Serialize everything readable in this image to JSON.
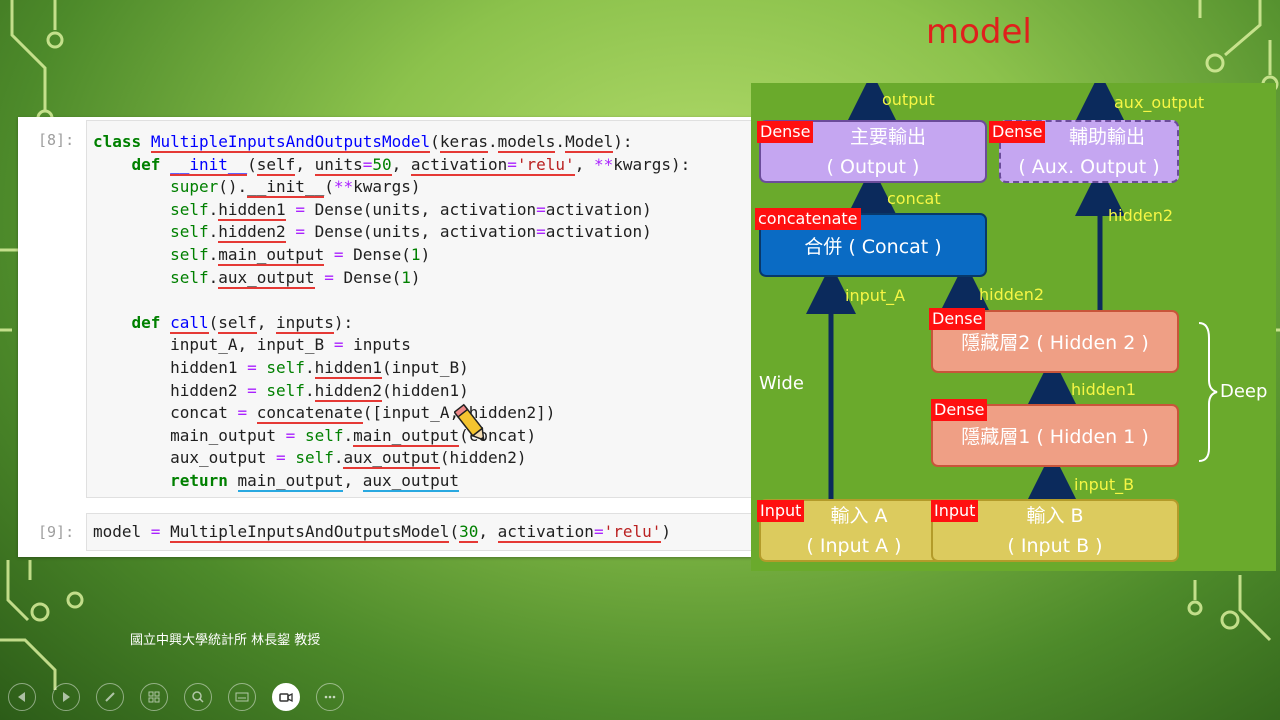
{
  "slide": {
    "title": "model",
    "footer": "國立中興大學統計所 林長鋆 教授"
  },
  "code": {
    "cell1_prompt": "[8]:",
    "cell2_prompt": "[9]:",
    "lines": [
      "class MultipleInputsAndOutputsModel(keras.models.Model):",
      "    def __init__(self, units=50, activation='relu', **kwargs):",
      "        super().__init__(**kwargs)",
      "        self.hidden1 = Dense(units, activation=activation)",
      "        self.hidden2 = Dense(units, activation=activation)",
      "        self.main_output = Dense(1)",
      "        self.aux_output = Dense(1)",
      "",
      "    def call(self, inputs):",
      "        input_A, input_B = inputs",
      "        hidden1 = self.hidden1(input_B)",
      "        hidden2 = self.hidden2(hidden1)",
      "        concat = concatenate([input_A, hidden2])",
      "        main_output = self.main_output(concat)",
      "        aux_output = self.aux_output(hidden2)",
      "        return main_output, aux_output"
    ],
    "line2": "model = MultipleInputsAndOutputsModel(30, activation='relu')"
  },
  "diagram": {
    "output_box": {
      "tag": "Dense",
      "line1": "主要輸出",
      "line2": "( Output )"
    },
    "aux_box": {
      "tag": "Dense",
      "line1": "輔助輸出",
      "line2": "( Aux. Output )"
    },
    "concat_box": {
      "tag": "concatenate",
      "line1": "合併 ( Concat )"
    },
    "hidden2_box": {
      "tag": "Dense",
      "line1": "隱藏層2 ( Hidden 2 )"
    },
    "hidden1_box": {
      "tag": "Dense",
      "line1": "隱藏層1 ( Hidden 1 )"
    },
    "inputA_box": {
      "tag": "Input",
      "line1": "輸入 A",
      "line2": "( Input A )"
    },
    "inputB_box": {
      "tag": "Input",
      "line1": "輸入 B",
      "line2": "( Input B )"
    },
    "labels": {
      "output": "output",
      "aux_output": "aux_output",
      "concat": "concat",
      "hidden2_right": "hidden2",
      "input_A": "input_A",
      "hidden2_mid": "hidden2",
      "hidden1": "hidden1",
      "input_B": "input_B",
      "wide": "Wide",
      "deep": "Deep"
    }
  },
  "colors": {
    "title_red": "#e0201c",
    "tag_red": "#ff1010",
    "label_yellow": "#f6f645",
    "arrow_navy": "#0b2a5c"
  },
  "toolbar": {
    "icons": [
      "prev-icon",
      "next-icon",
      "pen-icon",
      "slides-icon",
      "zoom-icon",
      "subtitles-icon",
      "camera-icon",
      "more-icon"
    ]
  }
}
